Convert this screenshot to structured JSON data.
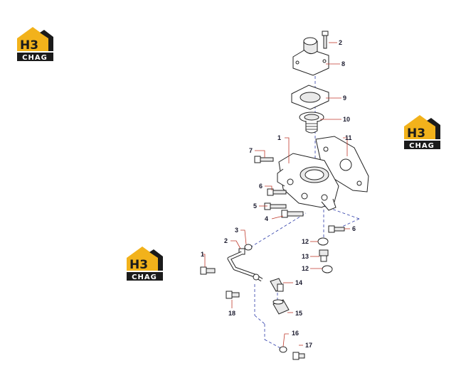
{
  "brand": {
    "logo_mark": "H3",
    "logo_text": "CHAG",
    "colors": {
      "yellow": "#f2b21b",
      "black": "#1b1b1b",
      "white": "#ffffff"
    }
  },
  "callouts": {
    "c2_top": "2",
    "c8": "8",
    "c9": "9",
    "c10": "10",
    "c1_top": "1",
    "c11": "11",
    "c7": "7",
    "c6_left": "6",
    "c5": "5",
    "c4": "4",
    "c6_right": "6",
    "c3": "3",
    "c2_left": "2",
    "c1_left": "1",
    "c12_top": "12",
    "c13": "13",
    "c12_bottom": "12",
    "c14": "14",
    "c18": "18",
    "c15": "15",
    "c16": "16",
    "c17": "17"
  },
  "line_colors": {
    "leader": "#c0392b",
    "dashed": "#2b3aa8"
  }
}
